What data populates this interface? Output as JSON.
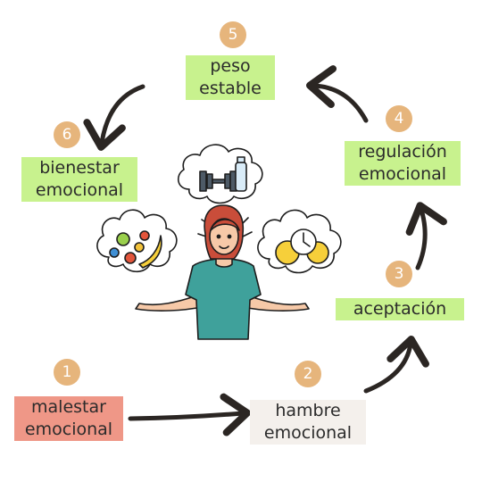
{
  "diagram": {
    "steps": [
      {
        "number": "1",
        "line1": "malestar",
        "line2": "emocional",
        "color": "#ef9787"
      },
      {
        "number": "2",
        "line1": "hambre",
        "line2": "emocional",
        "color": "#f4f0ec"
      },
      {
        "number": "3",
        "line1": "aceptación",
        "line2": "",
        "color": "#c8f28e"
      },
      {
        "number": "4",
        "line1": "regulación",
        "line2": "emocional",
        "color": "#c8f28e"
      },
      {
        "number": "5",
        "line1": "peso",
        "line2": "estable",
        "color": "#c8f28e"
      },
      {
        "number": "6",
        "line1": "bienestar",
        "line2": "emocional",
        "color": "#c8f28e"
      }
    ],
    "badge_color": "#e6b57c",
    "arrow_color": "#2b2623",
    "illustration": {
      "icons": [
        "woman-shrugging-icon",
        "fruits-vitamins-icon",
        "dumbbell-bottle-icon",
        "clock-moon-sun-icon"
      ]
    }
  }
}
